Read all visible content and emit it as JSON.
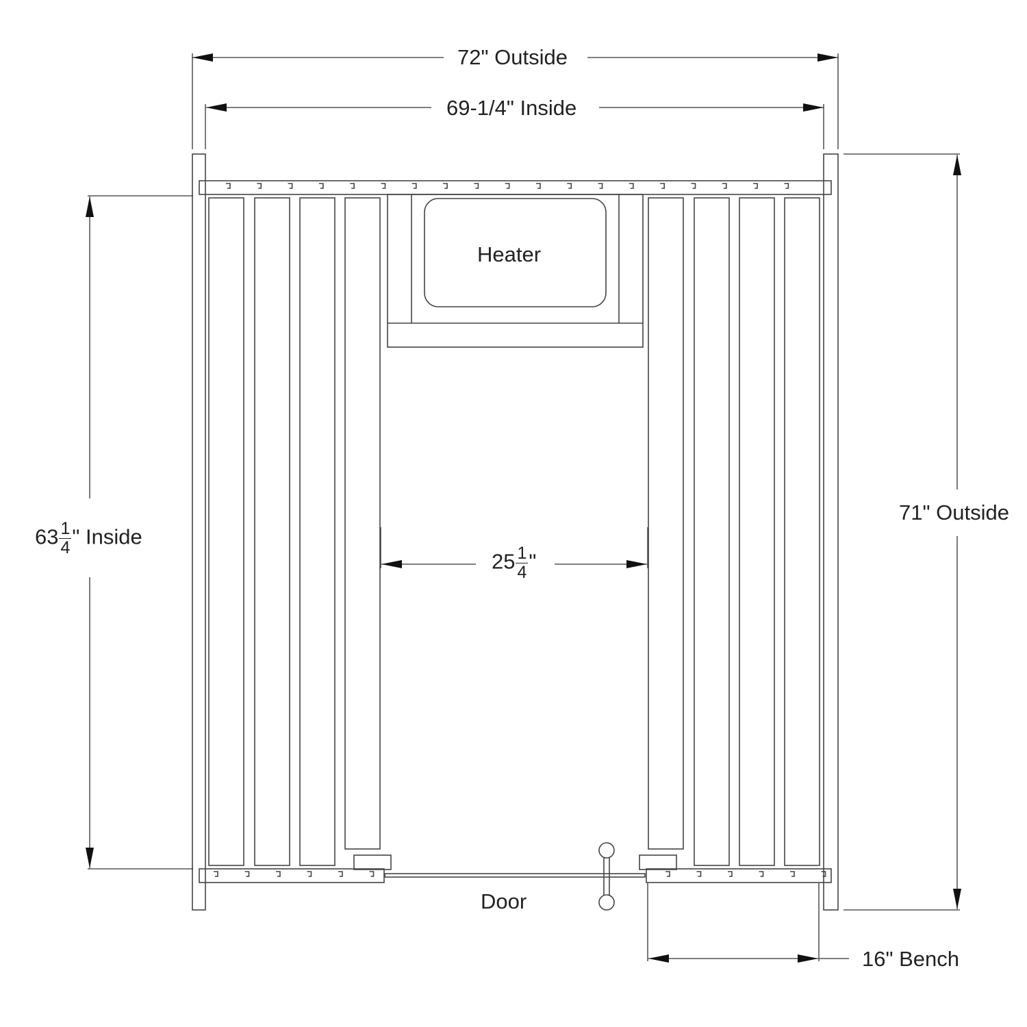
{
  "dimensions": {
    "outside_width": "72\" Outside",
    "inside_width": "69-1/4\" Inside",
    "outside_depth": "71\" Outside",
    "inside_depth": {
      "whole": "63",
      "num": "1",
      "den": "4",
      "suffix": "\" Inside"
    },
    "aisle_width": {
      "whole": "25",
      "num": "1",
      "den": "4",
      "suffix": "\""
    },
    "bench_width": "16\" Bench"
  },
  "labels": {
    "heater": "Heater",
    "door": "Door"
  },
  "colors": {
    "line": "#333333",
    "background": "#ffffff"
  }
}
